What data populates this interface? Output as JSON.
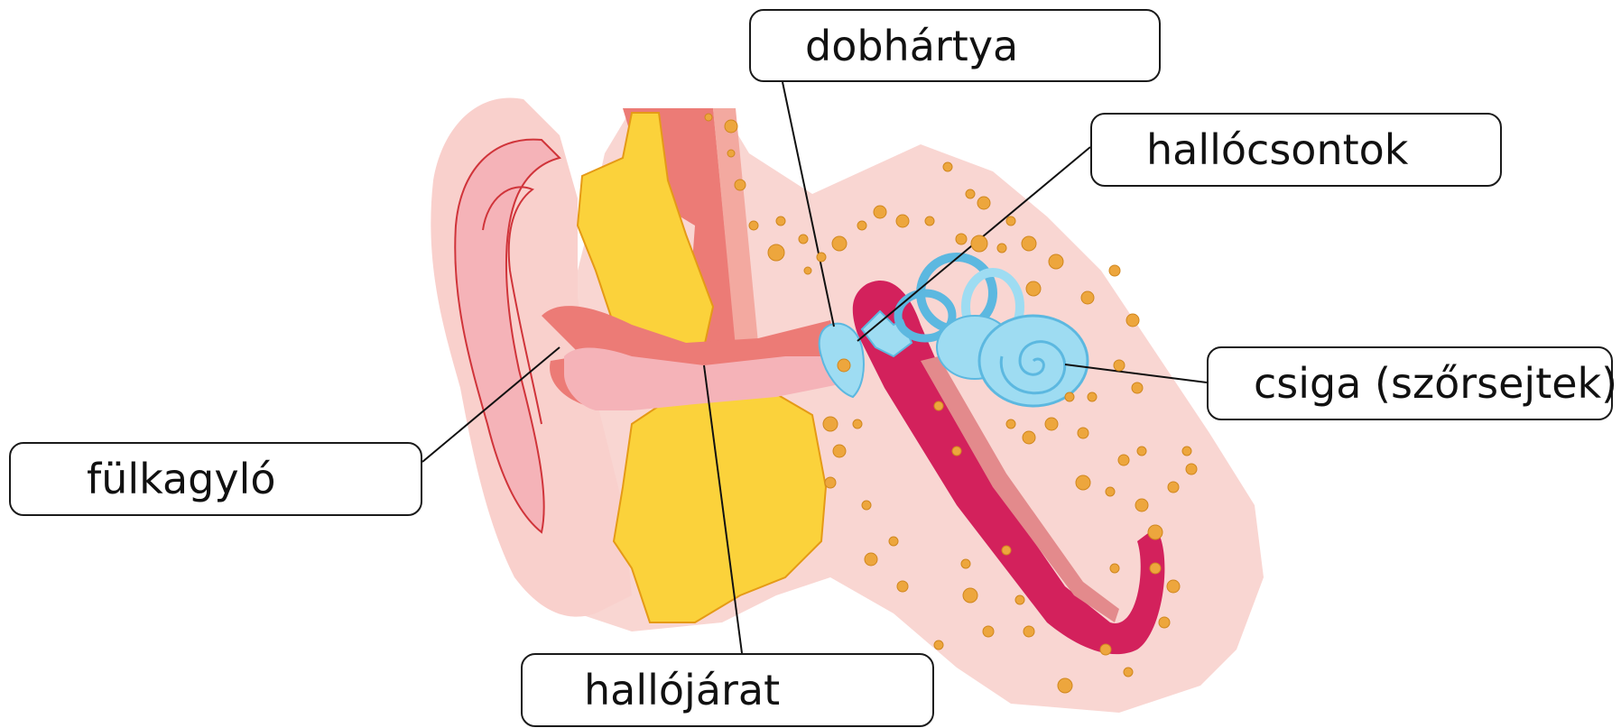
{
  "diagram": {
    "labels": {
      "dobhartya": "dobhártya",
      "hallocsontok": "hallócsontok",
      "csiga": "csiga (szőrsejtek)",
      "fulkagylo": "fülkagyló",
      "hallojarat": "hallójárat"
    },
    "colors": {
      "skin_light": "#f9d6d2",
      "skin_mid": "#f5b3b8",
      "canal": "#ec7b76",
      "cartilage_outline": "#d0343a",
      "fat": "#fbd23b",
      "fat_outline": "#e59a16",
      "inner_ear": "#9edcf2",
      "inner_ear_outline": "#5cb8e0",
      "tube": "#d3215c",
      "tube_light": "#e38a8c",
      "dots": "#eda63d",
      "leader_line": "#111111",
      "box_border": "#1a1a1a"
    }
  }
}
